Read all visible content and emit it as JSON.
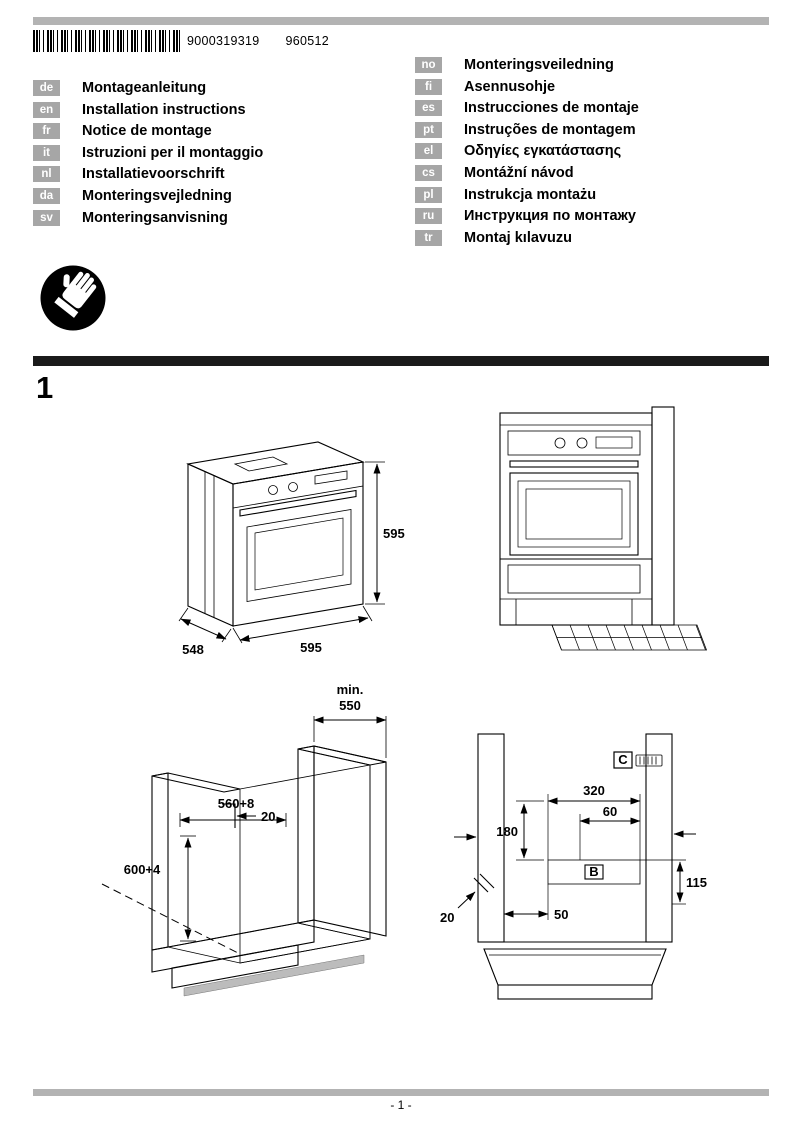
{
  "header": {
    "barcode_number": "9000319319",
    "code": "960512"
  },
  "languages_left": [
    {
      "code": "de",
      "label": "Montageanleitung"
    },
    {
      "code": "en",
      "label": "Installation instructions"
    },
    {
      "code": "fr",
      "label": "Notice de montage"
    },
    {
      "code": "it",
      "label": "Istruzioni per il montaggio"
    },
    {
      "code": "nl",
      "label": "Installatievoorschrift"
    },
    {
      "code": "da",
      "label": "Monteringsvejledning"
    },
    {
      "code": "sv",
      "label": "Monteringsanvisning"
    }
  ],
  "languages_right": [
    {
      "code": "no",
      "label": "Monteringsveiledning"
    },
    {
      "code": "fi",
      "label": "Asennusohje"
    },
    {
      "code": "es",
      "label": "Instrucciones de montaje"
    },
    {
      "code": "pt",
      "label": "Instruções de montagem"
    },
    {
      "code": "el",
      "label": "Οδηγίες εγκατάστασης"
    },
    {
      "code": "cs",
      "label": "Montážní návod"
    },
    {
      "code": "pl",
      "label": "Instrukcja montażu"
    },
    {
      "code": "ru",
      "label": "Инструкция по монтажу"
    },
    {
      "code": "tr",
      "label": "Montaj kılavuzu"
    }
  ],
  "figure": {
    "number": "1"
  },
  "drawing_oven": {
    "height": "595",
    "width": "595",
    "depth": "548"
  },
  "drawing_niche": {
    "min_label": "min.",
    "depth": "550",
    "width": "560+8",
    "height": "600+4",
    "gap": "20"
  },
  "drawing_base": {
    "w320": "320",
    "w60": "60",
    "h180": "180",
    "h115": "115",
    "w50": "50",
    "w20": "20",
    "label_b": "B",
    "label_c": "C"
  },
  "footer": {
    "page_number": "- 1 -"
  }
}
